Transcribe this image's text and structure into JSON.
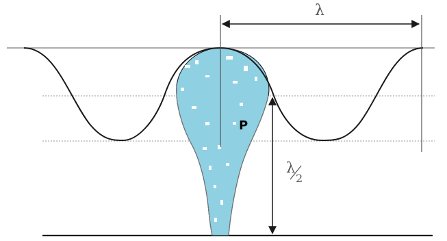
{
  "labels": {
    "wavelength": "λ",
    "half_wavelength": "λ/2",
    "half_numerator": "λ",
    "half_denominator": "2",
    "point": "P"
  },
  "colors": {
    "line": "#1a1a1a",
    "thin_line": "#8a8a8a",
    "dotted_line": "#9a9a9a",
    "fill": "#8fd0e3",
    "background": "#ffffff"
  }
}
